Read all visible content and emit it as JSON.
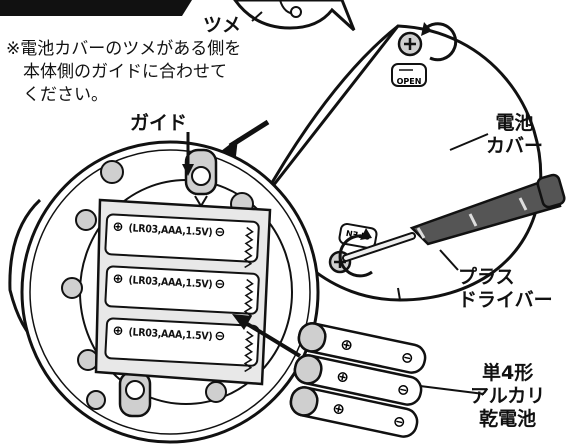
{
  "labels": {
    "claw": "ツメ",
    "note": [
      "※電池カバーのツメがある側を",
      "本体側のガイドに合わせて",
      "ください。"
    ],
    "guide": "ガイド",
    "battery_cover": [
      "電池",
      "カバー"
    ],
    "screwdriver": [
      "プラス",
      "ドライバー"
    ],
    "batteries": [
      "単4形",
      "アルカリ",
      "乾電池"
    ],
    "open_stamp": "OPEN"
  },
  "battery_slots": [
    {
      "spec": "LR03,AAA,1.5V",
      "plus": "⊕",
      "minus": "⊖"
    },
    {
      "spec": "LR03,AAA,1.5V",
      "plus": "⊕",
      "minus": "⊖"
    },
    {
      "spec": "LR03,AAA,1.5V",
      "plus": "⊕",
      "minus": "⊖"
    }
  ],
  "colors": {
    "line": "#111111",
    "shade": "#cfcfcf",
    "dark": "#555555",
    "paper": "#ffffff"
  }
}
